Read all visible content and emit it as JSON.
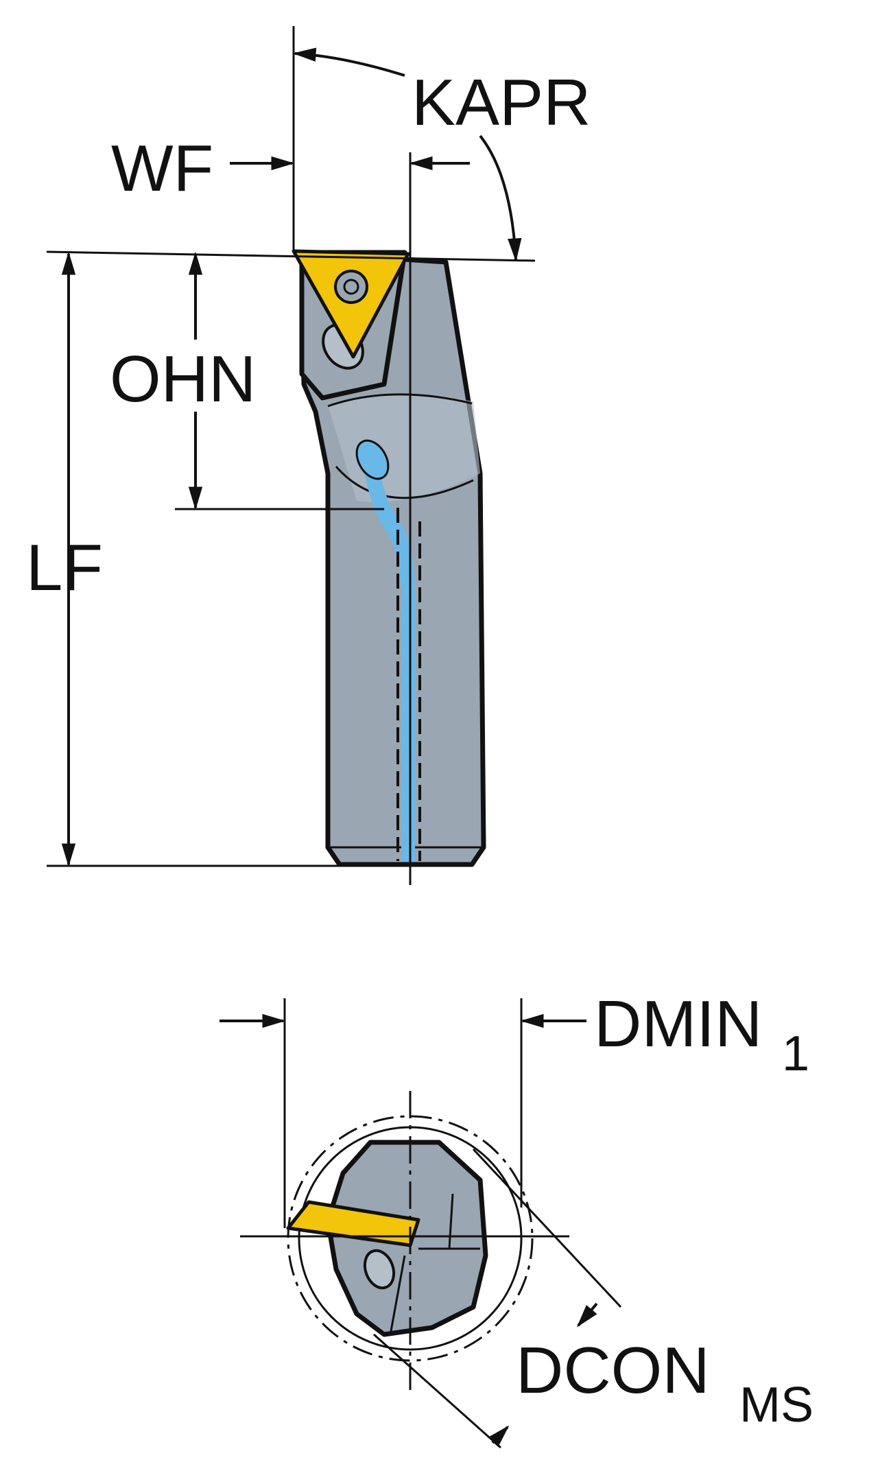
{
  "labels": {
    "kapr": "KAPR",
    "wf": "WF",
    "ohn": "OHN",
    "lf": "LF",
    "dmin_main": "DMIN",
    "dmin_sub": "1",
    "dcon_main": "DCON",
    "dcon_sub": "MS"
  },
  "colors": {
    "body": "#9aa6b2",
    "body_light": "#b4bfca",
    "insert": "#f2c40a",
    "coolant": "#6ab8e8",
    "outline": "#111111"
  }
}
